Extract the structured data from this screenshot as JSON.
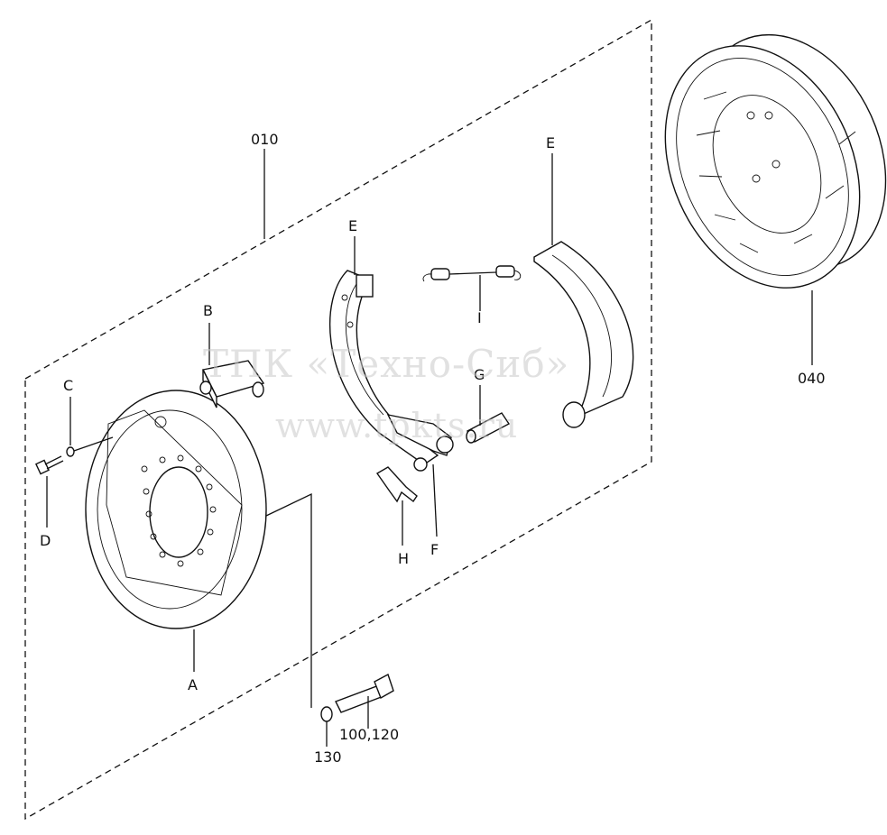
{
  "labels": {
    "l010": "010",
    "l040": "040",
    "lA": "A",
    "lB": "B",
    "lC": "C",
    "lD": "D",
    "lE1": "E",
    "lE2": "E",
    "lF": "F",
    "lG": "G",
    "lH": "H",
    "lI": "I",
    "l100": "100,120",
    "l130": "130"
  },
  "watermark": {
    "line1": "ТПК «Техно-Сиб»",
    "line2": "www.tpkts.ru"
  }
}
